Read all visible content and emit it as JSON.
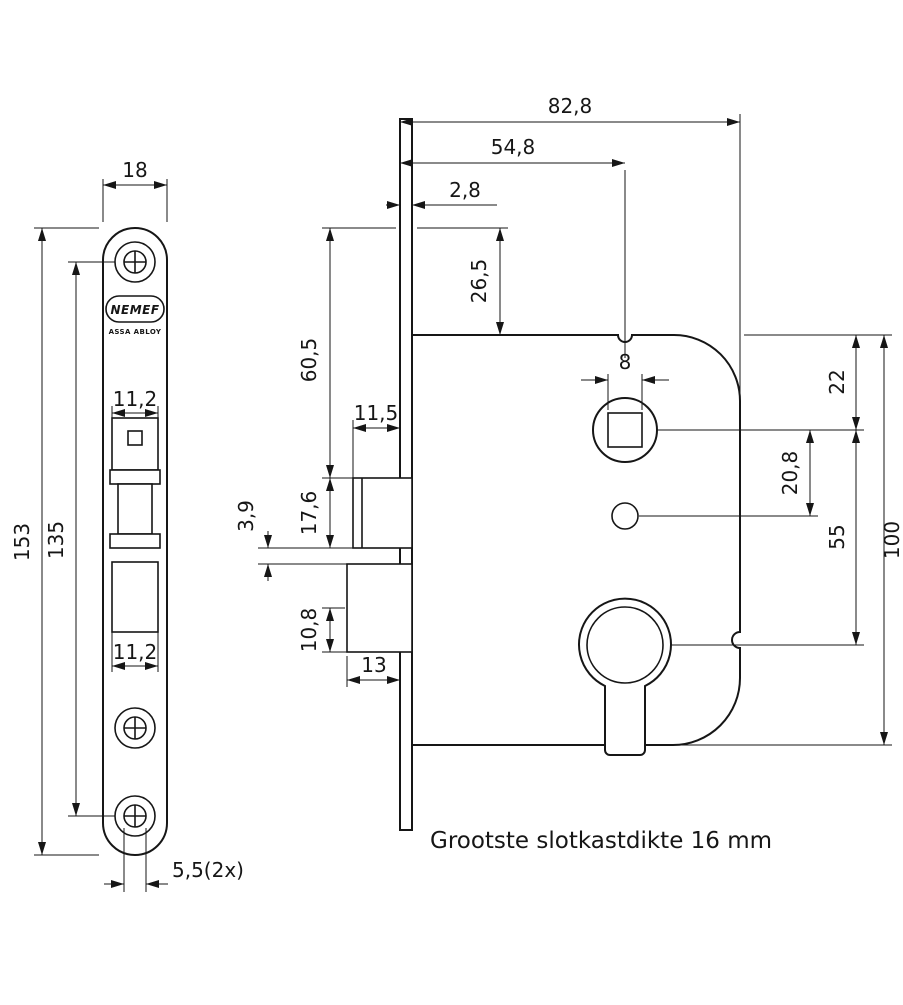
{
  "note": "Grootste slotkastdikte 16 mm",
  "brand": {
    "name": "NEMEF",
    "sub": "ASSA ABLOY"
  },
  "front": {
    "plate_width": "18",
    "plate_height": "153",
    "hole_spacing": "135",
    "latch_cutout_width": "11,2",
    "bolt_cutout_width": "11,2",
    "screw_holes": "5,5(2x)"
  },
  "side": {
    "case_depth": "82,8",
    "backset": "54,8",
    "plate_thickness": "2,8",
    "top_to_case": "26,5",
    "top_to_latch": "60,5",
    "latch_throw": "11,5",
    "latch_height": "17,6",
    "latch_bolt_gap": "3,9",
    "bolt_bottom_offset": "10,8",
    "bolt_throw": "13",
    "spindle_square": "8",
    "case_top_to_spindle": "22",
    "spindle_to_aux_hole": "20,8",
    "spindle_to_cylinder": "55",
    "case_height": "100"
  }
}
